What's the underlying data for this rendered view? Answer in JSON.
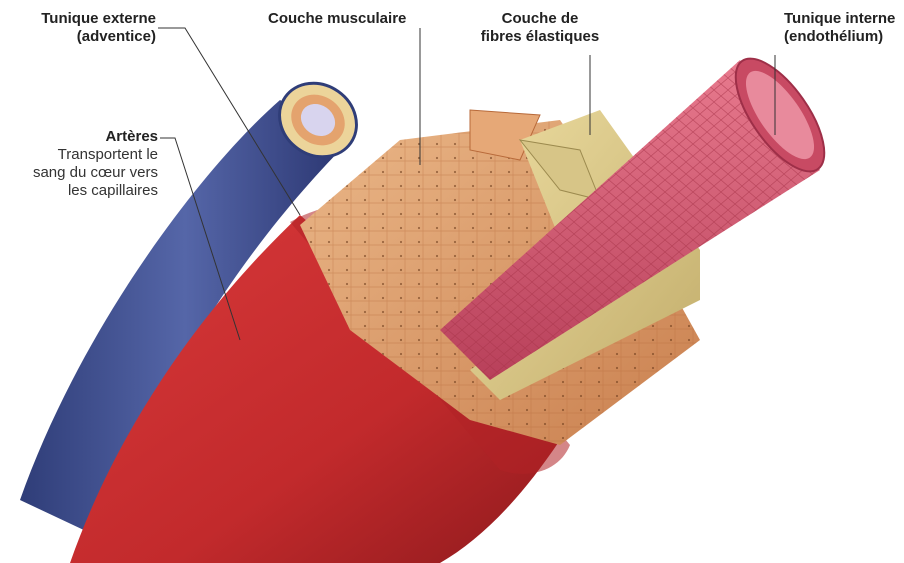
{
  "labels": {
    "tunique_externe": {
      "line1": "Tunique externe",
      "line2": "(adventice)"
    },
    "couche_musculaire": {
      "line1": "Couche musculaire"
    },
    "couche_fibres": {
      "line1": "Couche de",
      "line2": "fibres élastiques"
    },
    "tunique_interne": {
      "line1": "Tunique interne",
      "line2": "(endothélium)"
    },
    "arteres": {
      "title": "Artères",
      "desc1": "Transportent le",
      "desc2": "sang du cœur vers",
      "desc3": "les capillaires"
    }
  },
  "colors": {
    "vein_blue": "#3f4f8f",
    "artery_red": "#c92a2e",
    "muscle_orange": "#e1a06e",
    "elastic_yellow": "#d9c98a",
    "endothelium_pink": "#d9566e",
    "leader_line": "#333333"
  }
}
